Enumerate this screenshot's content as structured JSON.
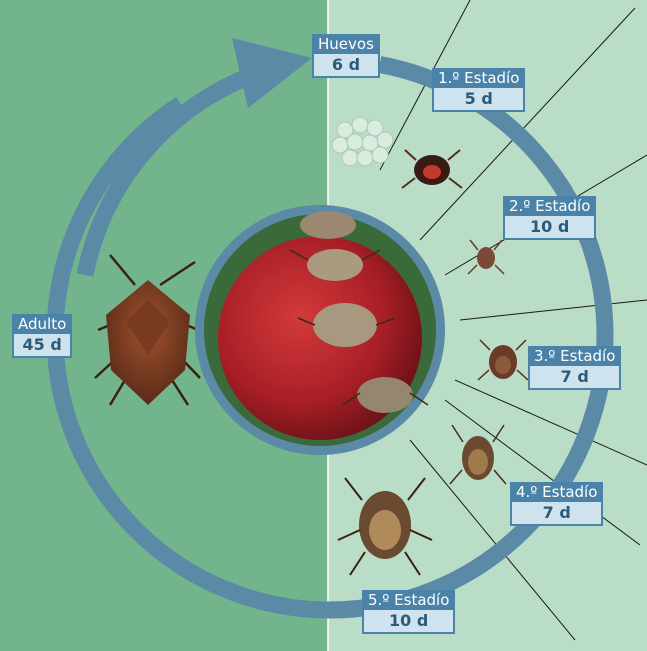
{
  "stages": [
    {
      "id": "eggs",
      "name": "Huevos",
      "duration": "6 d"
    },
    {
      "id": "instar1",
      "name": "1.º Estadío",
      "duration": "5 d"
    },
    {
      "id": "instar2",
      "name": "2.º Estadío",
      "duration": "10 d"
    },
    {
      "id": "instar3",
      "name": "3.º Estadío",
      "duration": "7 d"
    },
    {
      "id": "instar4",
      "name": "4.º Estadío",
      "duration": "7 d"
    },
    {
      "id": "instar5",
      "name": "5.º Estadío",
      "duration": "10 d"
    },
    {
      "id": "adult",
      "name": "Adulto",
      "duration": "45 d"
    }
  ],
  "colors": {
    "adult_background": "#72b58c",
    "immature_background": "#b9ddc6",
    "cycle_ring": "#5a8aa6",
    "label_header": "#4a82a8",
    "label_body": "#cfe3ef",
    "fruit_red": "#a71e26"
  },
  "illustrations": [
    "egg-cluster-icon",
    "nymph-icon",
    "adult-bug-icon",
    "fruit-photo"
  ]
}
